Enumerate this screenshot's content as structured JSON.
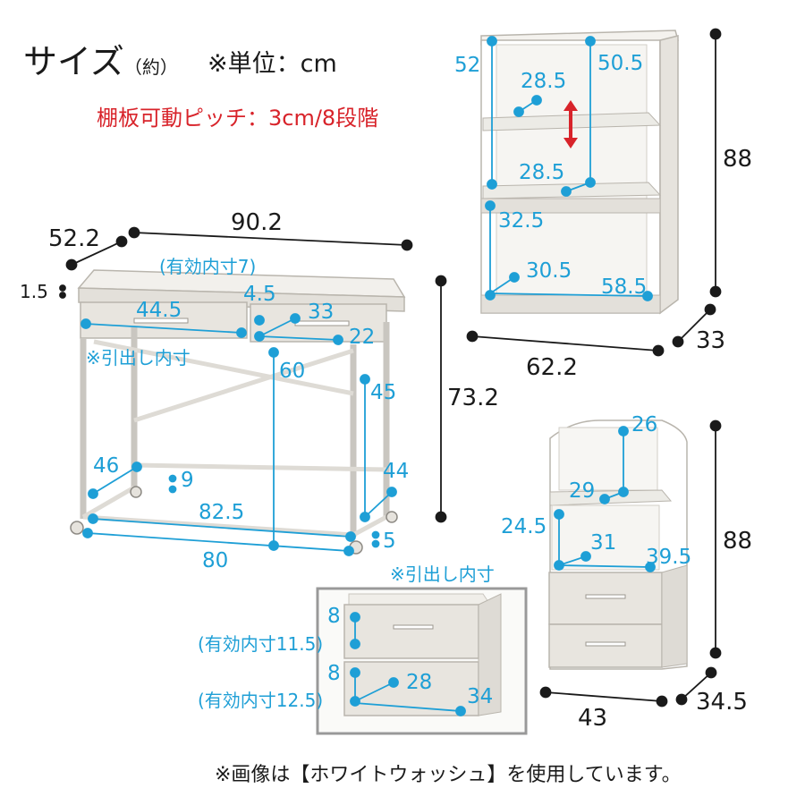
{
  "title": {
    "main": "サイズ",
    "paren": "（約）",
    "unit": "※単位：cm"
  },
  "pitch": "棚板可動ピッチ：3cm/8段階",
  "footer": "※画像は【ホワイトウォッシュ】を使用しています。",
  "colors": {
    "text": "#1a1a1a",
    "blue": "#1e9fd6",
    "red": "#d8232a",
    "frame": "#999999"
  },
  "desk": {
    "overall_depth": "52.2",
    "overall_width": "90.2",
    "top_thickness": "1.5",
    "drawer_effective_label": "(有効内寸7)",
    "drawer_left_width": "44.5",
    "drawer_gap": "4.5",
    "drawer_right_width": "33",
    "drawer_depth": "22",
    "drawer_note": "※引出し内寸",
    "knee_height": "60",
    "side_height": "45",
    "height": "73.2",
    "leg_depth_left": "46",
    "leg_gap": "9",
    "leg_depth_right": "44",
    "inner_width": "82.5",
    "caster": "5",
    "bottom_width": "80"
  },
  "shelf_large": {
    "left_height": "52",
    "right_height": "50.5",
    "shelf_gap_top": "28.5",
    "shelf_gap_mid": "28.5",
    "bottom_height": "32.5",
    "bottom_depth": "30.5",
    "inner_width": "58.5",
    "height": "88",
    "width": "62.2",
    "depth": "33"
  },
  "shelf_small": {
    "top_height": "26",
    "shelf_depth": "29",
    "open_height": "24.5",
    "inner_depth": "31",
    "inner_width": "39.5",
    "height": "88",
    "width": "43",
    "depth": "34.5"
  },
  "drawer_detail": {
    "note": "※引出し内寸",
    "top_height": "8",
    "top_effective": "(有効内寸11.5)",
    "bottom_height": "8",
    "bottom_effective": "(有効内寸12.5)",
    "bottom_depth": "28",
    "bottom_width": "34"
  }
}
